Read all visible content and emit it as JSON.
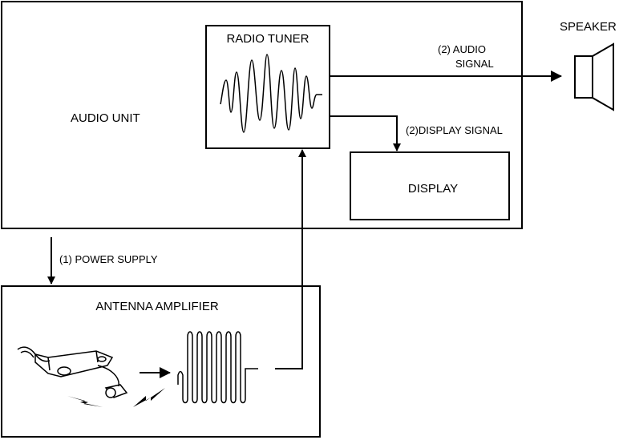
{
  "diagram": {
    "audio_unit_label": "AUDIO UNIT",
    "radio_tuner_label": "RADIO TUNER",
    "display_label": "DISPLAY",
    "speaker_label": "SPEAKER",
    "antenna_amplifier_label": "ANTENNA AMPLIFIER",
    "audio_signal_line1": "(2) AUDIO",
    "audio_signal_line2": "SIGNAL",
    "display_signal_label": "(2)DISPLAY SIGNAL",
    "power_supply_label": "(1) POWER SUPPLY"
  }
}
